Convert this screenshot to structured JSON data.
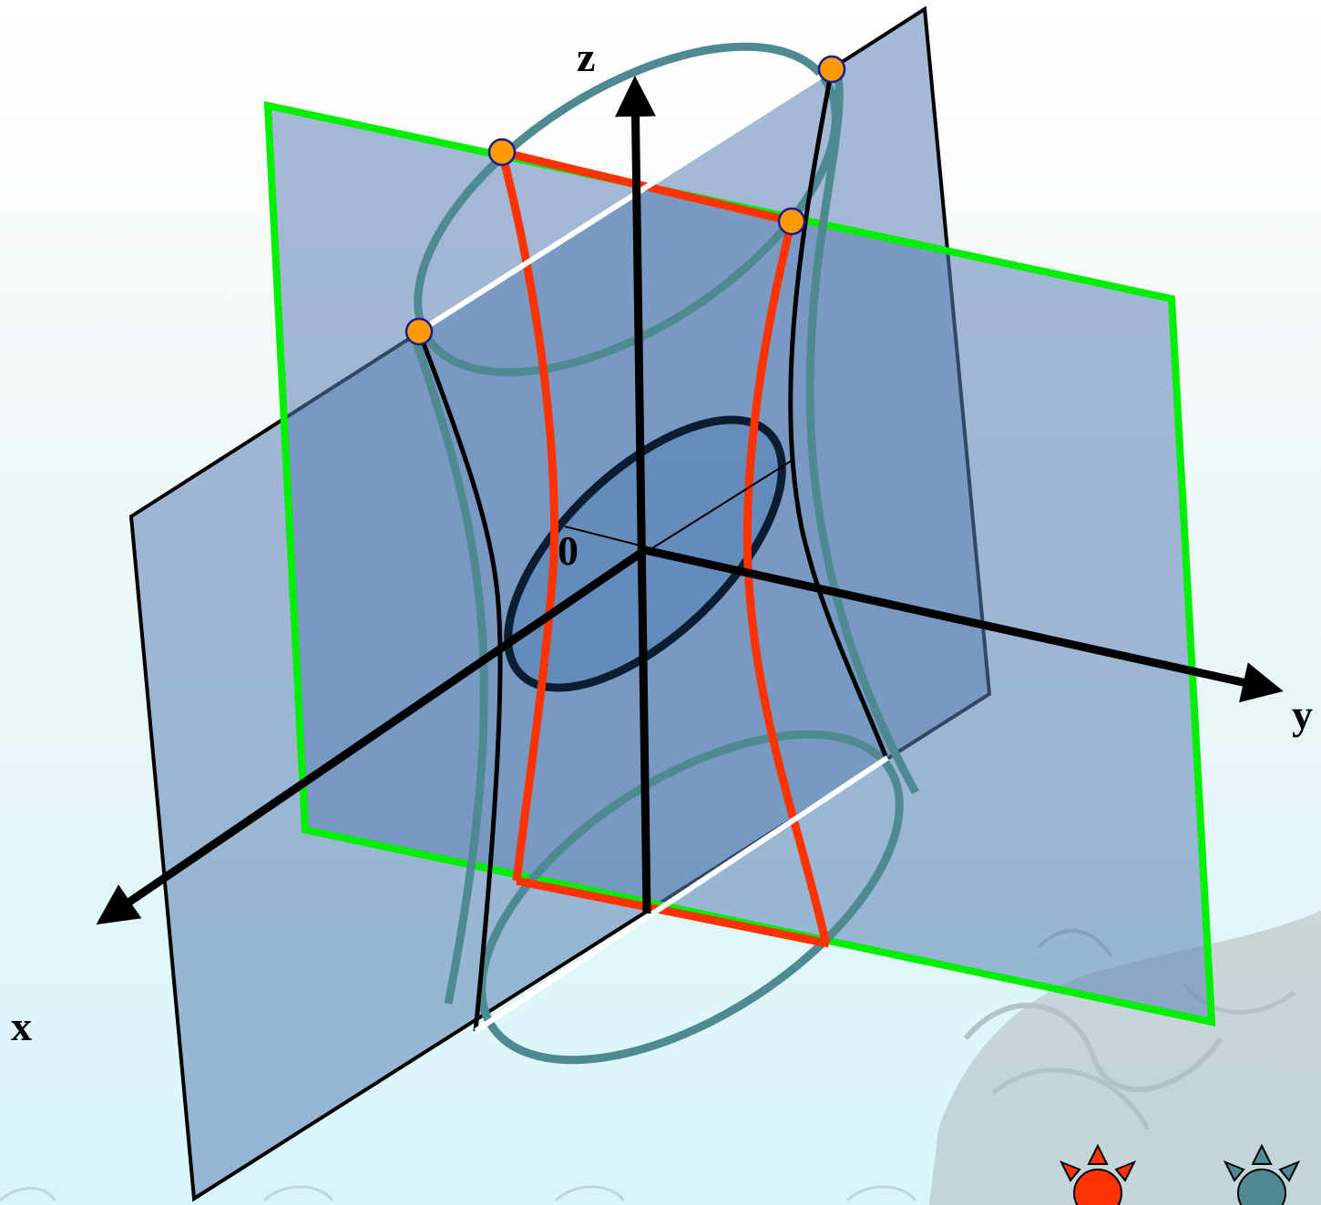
{
  "diagram": {
    "axes": {
      "x_label": "x",
      "y_label": "y",
      "z_label": "z",
      "origin_label": "0"
    },
    "colors": {
      "background_top": "#ffffff",
      "background_bottom": "#d8f6fa",
      "plane_fill": "#5b82b4",
      "plane_border_green": "#00ee00",
      "plane_border_black": "#000000",
      "surface_edge_teal": "#4f8a93",
      "ruling_line_red": "#ff3300",
      "ruling_line_black": "#000000",
      "waist_ellipse": "#0b1d33",
      "point_fill": "#ff9a00",
      "point_outline": "#1a1a8c",
      "axis": "#000000",
      "highlight_white": "#ffffff"
    },
    "decorations": {
      "corner_art": "dragon-watermark",
      "bottom_border": "cloud-scroll-ornament",
      "buttons": [
        "sun-icon-red",
        "sun-icon-teal"
      ]
    }
  }
}
